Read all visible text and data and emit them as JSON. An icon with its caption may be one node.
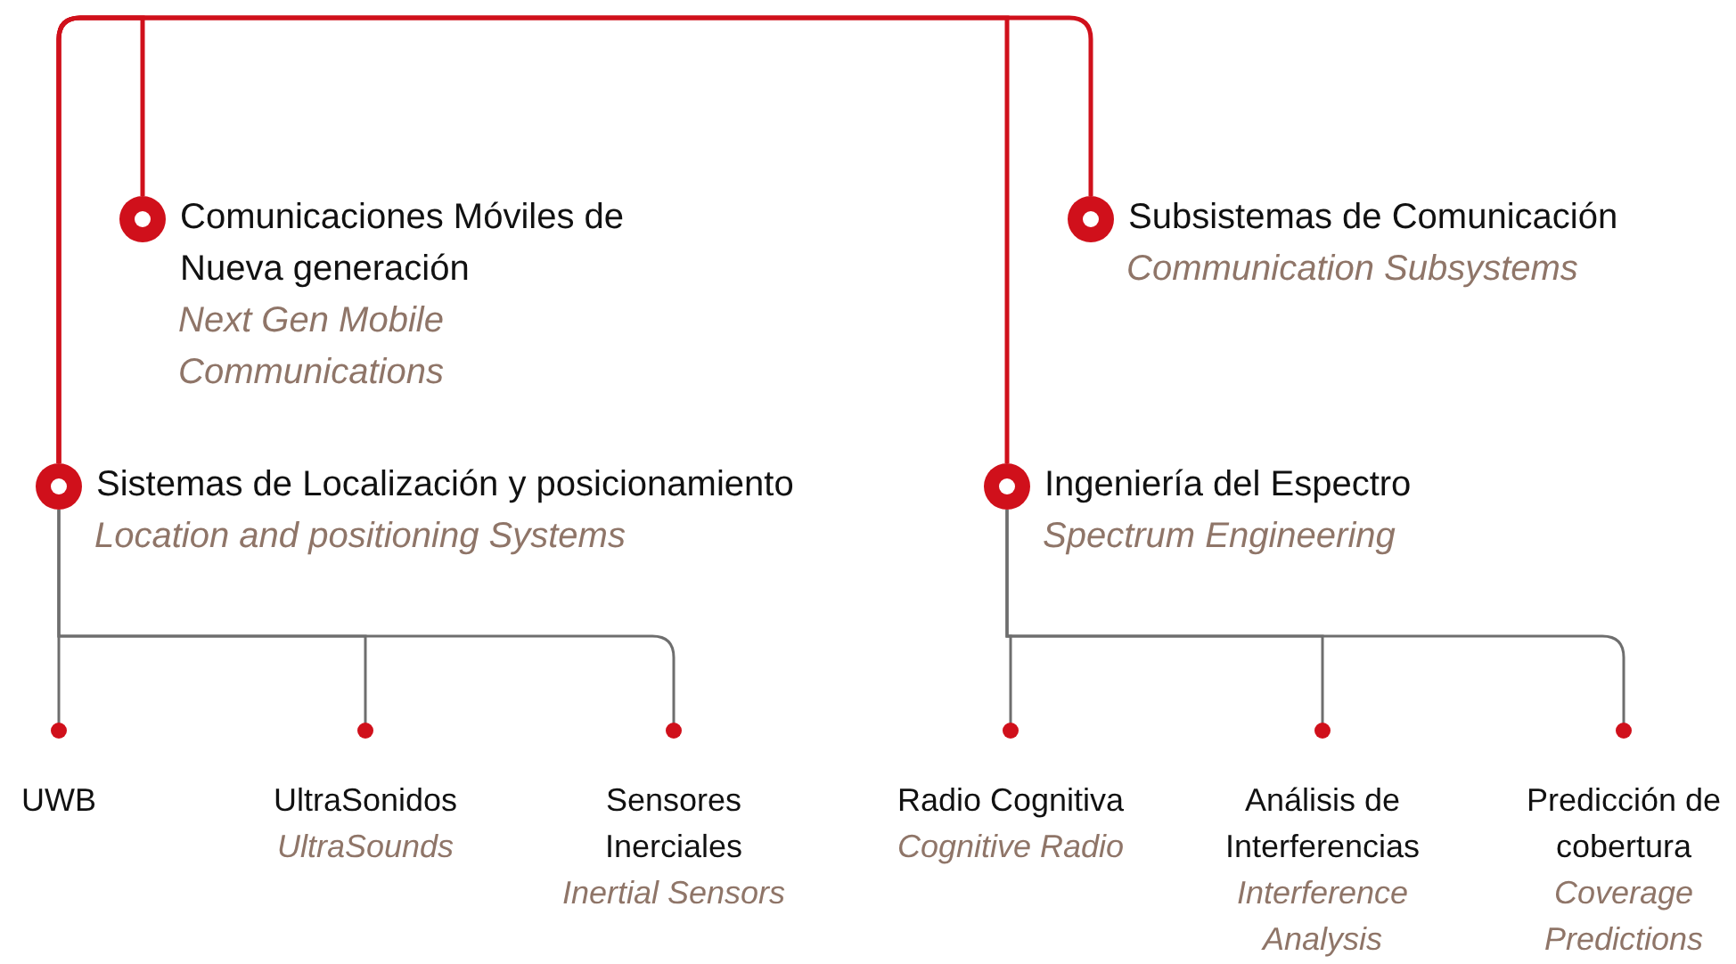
{
  "diagram": {
    "nodes": [
      {
        "text": [
          "Comunicaciones Móviles de Nueva generación",
          "Next Gen Mobile Communications"
        ]
      },
      {
        "text": [
          "Subsistemas de Comunicación",
          "Communication Subsystems"
        ]
      },
      {
        "text": [
          "Sistemas de Localización y posicionamiento",
          "Location and positioning Systems"
        ]
      },
      {
        "text": [
          "Ingeniería del Espectro",
          "Spectrum Engineering"
        ]
      },
      {
        "text": [
          "UWB"
        ]
      },
      {
        "text": [
          "UltraSonidos",
          "UltraSounds"
        ]
      },
      {
        "text": [
          "Sensores Inerciales",
          "Inertial Sensors"
        ]
      },
      {
        "text": [
          "Radio Cognitiva",
          "Cognitive Radio"
        ]
      },
      {
        "text": [
          "Análisis de Interferencias",
          "Interference Analysis"
        ]
      },
      {
        "text": [
          "Predicción de cobertura",
          "Coverage Predictions"
        ]
      }
    ],
    "edges": [
      {
        "from": 2,
        "to": 0,
        "arrow": "none",
        "color": "#d0101b"
      },
      {
        "from": 2,
        "to": 3,
        "arrow": "none",
        "color": "#d0101b"
      },
      {
        "from": 2,
        "to": 1,
        "arrow": "none",
        "color": "#d0101b"
      },
      {
        "from": 2,
        "to": 4,
        "arrow": "other"
      },
      {
        "from": 2,
        "to": 5,
        "arrow": "other"
      },
      {
        "from": 2,
        "to": 6,
        "arrow": "other"
      },
      {
        "from": 3,
        "to": 7,
        "arrow": "other"
      },
      {
        "from": 3,
        "to": 8,
        "arrow": "other"
      },
      {
        "from": 3,
        "to": 9,
        "arrow": "other"
      }
    ]
  }
}
